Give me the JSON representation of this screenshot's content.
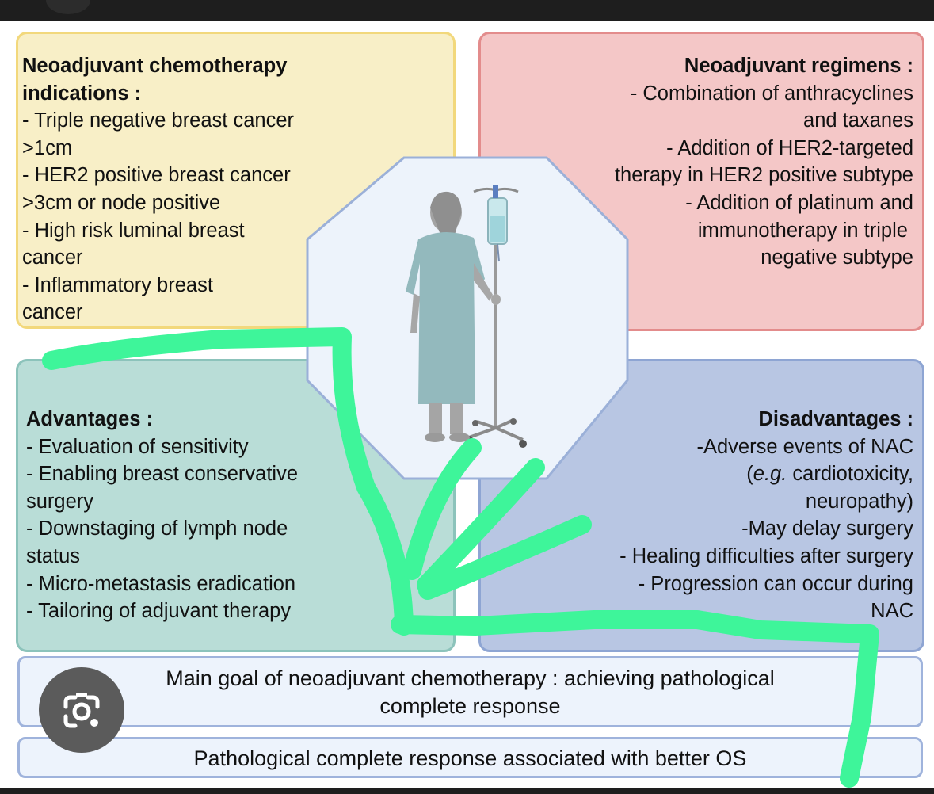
{
  "quadrants": {
    "indications": {
      "heading": "Neoadjuvant chemotherapy\nindications :",
      "body": "- Triple negative breast cancer\n>1cm\n- HER2 positive breast cancer\n>3cm or node positive\n- High risk luminal breast\ncancer\n- Inflammatory breast\ncancer"
    },
    "regimens": {
      "heading": "Neoadjuvant regimens :",
      "body": "- Combination of anthracyclines\nand taxanes\n- Addition of HER2-targeted\ntherapy in HER2 positive subtype\n- Addition of platinum and\nimmunotherapy in triple \nnegative subtype"
    },
    "advantages": {
      "heading": "Advantages :",
      "body": "- Evaluation of sensitivity\n- Enabling breast conservative\nsurgery\n- Downstaging of lymph node\nstatus\n- Micro-metastasis eradication\n- Tailoring of adjuvant therapy"
    },
    "disadvantages": {
      "heading": "Disadvantages :",
      "line1": "-Adverse events of NAC",
      "line2_pre": "(",
      "line2_em": "e.g.",
      "line2_post": " cardiotoxicity,",
      "body": "neuropathy)\n-May delay surgery\n- Healing difficulties after surgery\n- Progression can occur during\nNAC"
    }
  },
  "goal_bar": {
    "text": "Main goal of neoadjuvant chemotherapy : achieving pathological\ncomplete response"
  },
  "os_bar": {
    "text": "Pathological complete response associated with better OS"
  },
  "colors": {
    "yellow_panel": "#f8efc7",
    "red_panel": "#f4c7c7",
    "green_panel": "#b9ddd7",
    "blue_panel": "#b8c6e3",
    "octagon_fill": "#edf3fb",
    "annotation_stroke": "#3ef59a"
  },
  "icons": {
    "center": "patient-with-iv-drip-icon",
    "overlay": "lens-camera-icon"
  }
}
